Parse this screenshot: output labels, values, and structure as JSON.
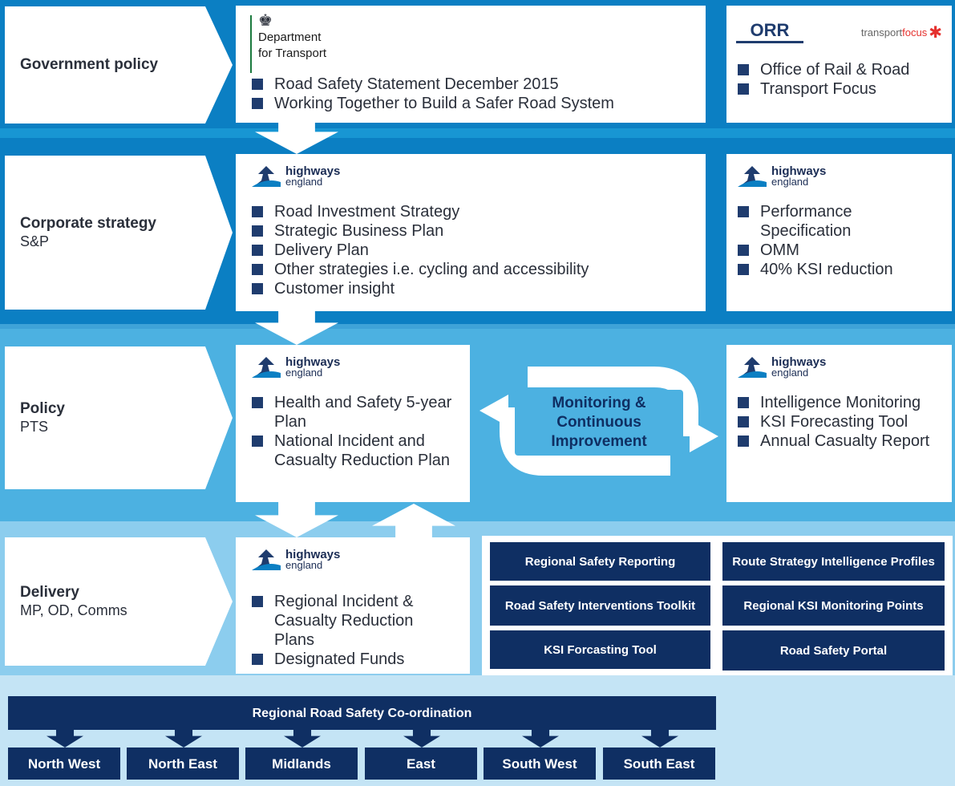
{
  "government": {
    "label": "Government policy",
    "dft_name_line1": "Department",
    "dft_name_line2": "for Transport",
    "dft_items": [
      "Road Safety Statement December 2015",
      "Working Together to Build a Safer Road System"
    ],
    "orr_logo": "ORR",
    "tf_logo_a": "transport",
    "tf_logo_b": "focus",
    "right_items": [
      "Office of Rail & Road",
      "Transport Focus"
    ]
  },
  "corporate": {
    "label": "Corporate strategy",
    "sub": "S&P",
    "items": [
      "Road Investment Strategy",
      "Strategic Business Plan",
      "Delivery Plan",
      "Other strategies i.e. cycling and accessibility",
      "Customer insight"
    ],
    "right_items": [
      "Performance Specification",
      "OMM",
      "40% KSI reduction"
    ]
  },
  "policy": {
    "label": "Policy",
    "sub": "PTS",
    "items": [
      "Health and Safety 5-year Plan",
      "National Incident and Casualty Reduction Plan"
    ],
    "cycle_label": "Monitoring & Continuous Improvement",
    "right_items": [
      "Intelligence Monitoring",
      "KSI Forecasting Tool",
      "Annual Casualty Report"
    ]
  },
  "delivery": {
    "label": "Delivery",
    "sub": "MP, OD, Comms",
    "items": [
      "Regional Incident & Casualty Reduction Plans",
      "Designated Funds"
    ],
    "tools": [
      "Regional Safety Reporting",
      "Route Strategy Intelligence Profiles",
      "Road Safety Interventions Toolkit",
      "Regional KSI Monitoring Points",
      "KSI Forcasting Tool",
      "Road Safety Portal"
    ]
  },
  "he_logo": {
    "line1": "highways",
    "line2": "england"
  },
  "regional": {
    "title": "Regional Road Safety Co-ordination",
    "regions": [
      "North West",
      "North East",
      "Midlands",
      "East",
      "South West",
      "South East"
    ]
  },
  "colors": {
    "navy": "#0f2f63",
    "blue": "#0b7fc3",
    "mid_blue": "#4cb1e1",
    "light_blue": "#8ccdee"
  }
}
